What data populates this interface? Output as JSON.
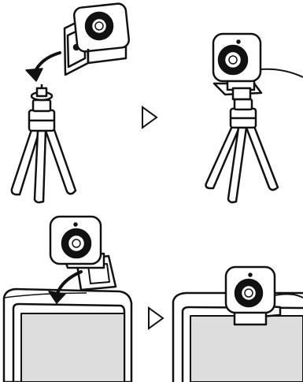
{
  "figure": {
    "panels": [
      {
        "id": "tripod-before"
      },
      {
        "id": "tripod-after"
      },
      {
        "id": "monitor-before"
      },
      {
        "id": "monitor-after"
      }
    ],
    "arrows": [
      "arrow-step-1",
      "arrow-step-2"
    ]
  },
  "colors": {
    "stroke": "#111111",
    "fill": "#ffffff",
    "screen": "#dddddd",
    "lens_ring": "#111111"
  }
}
